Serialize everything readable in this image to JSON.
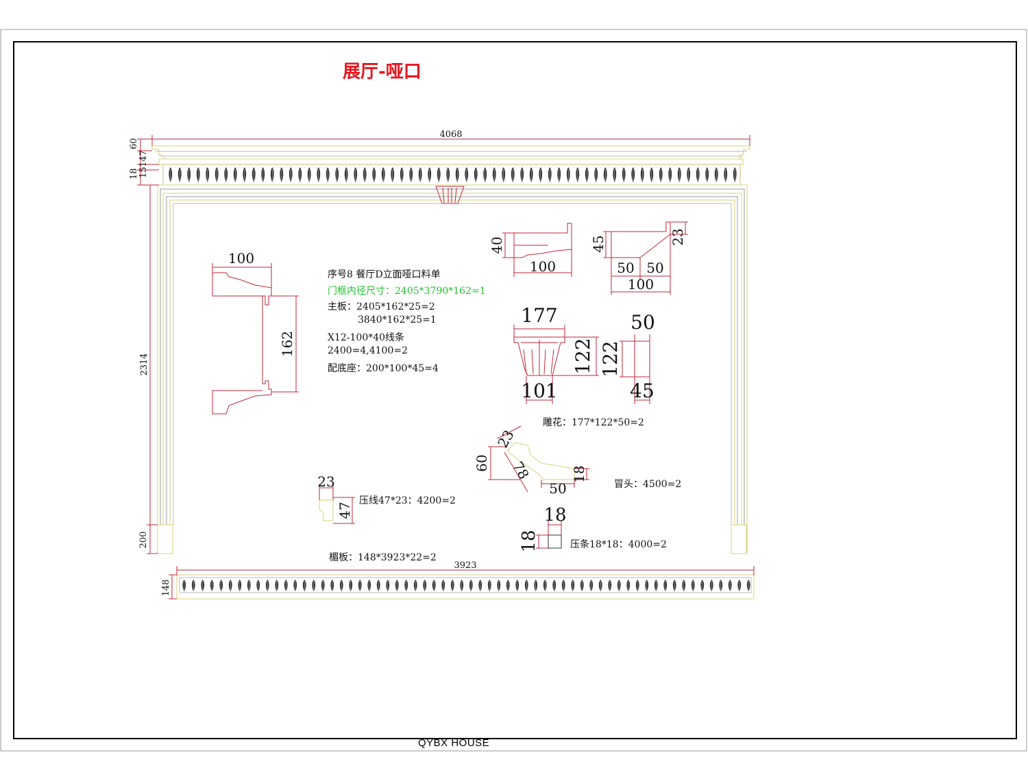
{
  "title": "展厅-哑口",
  "footer": "QYBX   HOUSE",
  "colors": {
    "title": "#e8141c",
    "dimension": "#c0263a",
    "outline": "#e8e39a",
    "green_note": "#1fbf2c"
  },
  "dimensions": {
    "top_width": "4068",
    "top_h1": "60",
    "top_h2": "147",
    "top_h3": "15",
    "top_h4": "18",
    "side_height": "2314",
    "base_height": "200",
    "bottom_width": "3923",
    "bottom_height": "148",
    "section_width": "100",
    "section_depth": "162",
    "line_h": "40",
    "line_w": "100",
    "base_h": "45",
    "base_notch": "23",
    "base_w1": "50",
    "base_w2": "50",
    "base_w": "100",
    "carv_top": "177",
    "carv_h": "122",
    "carv_bottom": "101",
    "carv_side_h": "122",
    "carv_side_top": "50",
    "carv_side_bottom": "45",
    "crown_23": "23",
    "crown_60": "60",
    "crown_78": "78",
    "crown_50": "50",
    "crown_18": "18",
    "press_w": "23",
    "press_h": "47",
    "strip_w": "18",
    "strip_h": "18"
  },
  "notes": {
    "n1": "序号8    餐厅D立面哑口料单",
    "n2": "门框内径尺寸：2405*3790*162=1",
    "n3": "主板：2405*162*25=2",
    "n4": "3840*162*25=1",
    "n5": "X12-100*40线条",
    "n6": "2400=4,4100=2",
    "n7": "配底座：200*100*45=4",
    "carving": "雕花：177*122*50=2",
    "crown": "冒头：4500=2",
    "press_line": "压线47*23：4200=2",
    "strip": "压条18*18：4000=2",
    "lintel": "楣板：148*3923*22=2"
  }
}
